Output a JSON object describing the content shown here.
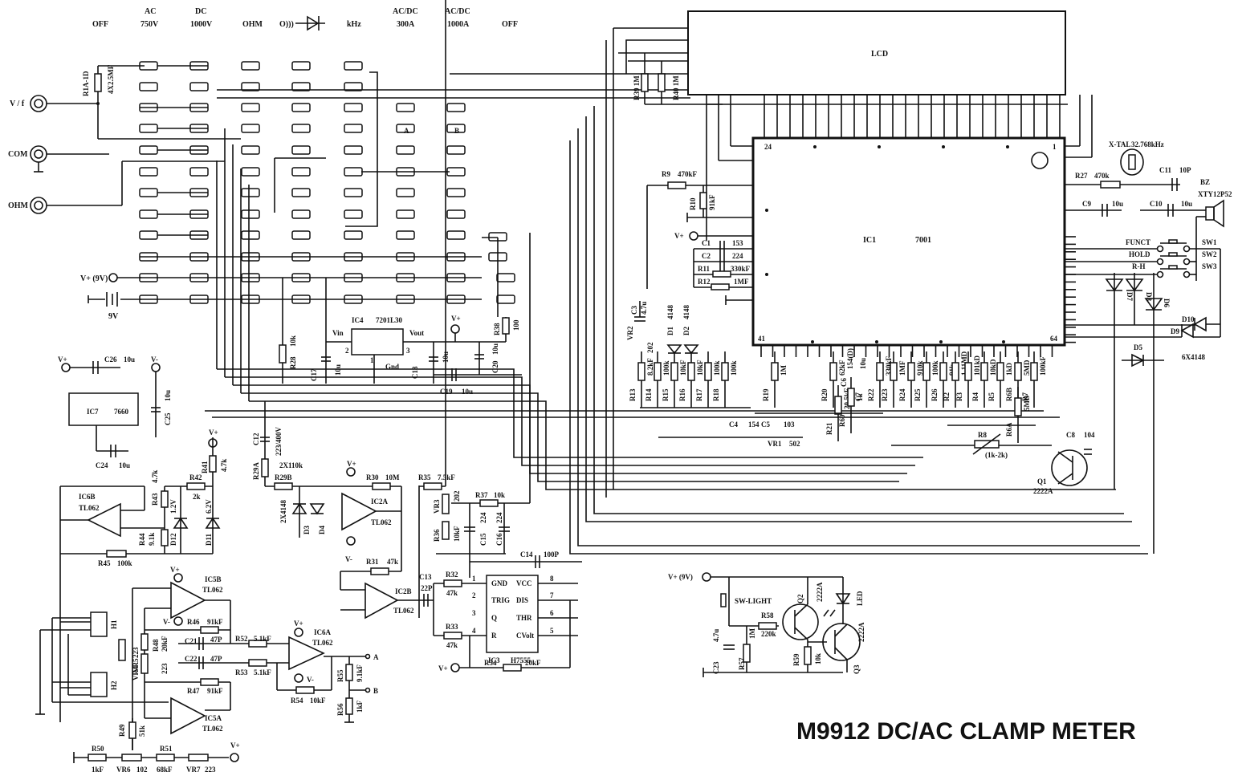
{
  "title": "M9912 DC/AC CLAMP METER",
  "range_switch": {
    "positions": [
      {
        "top": "",
        "bottom": "OFF"
      },
      {
        "top": "AC",
        "bottom": "750V"
      },
      {
        "top": "DC",
        "bottom": "1000V"
      },
      {
        "top": "",
        "bottom": "OHM"
      },
      {
        "top": "",
        "bottom": "O)))"
      },
      {
        "top": "",
        "bottom": "kHz"
      },
      {
        "top": "AC/DC",
        "bottom": "300A"
      },
      {
        "top": "AC/DC",
        "bottom": "1000A"
      },
      {
        "top": "",
        "bottom": "OFF"
      }
    ],
    "contact_marks": [
      "A",
      "B"
    ]
  },
  "terminals": [
    {
      "id": "vf",
      "label": "V / f"
    },
    {
      "id": "com",
      "label": "COM"
    },
    {
      "id": "ohm",
      "label": "OHM"
    }
  ],
  "power": {
    "supply": "V+ (9V)",
    "battery": "9V",
    "vplus": "V+",
    "vminus": "V-"
  },
  "input_resistor": {
    "ref": "R1A-1D",
    "value": "4X2.5MF"
  },
  "lcd": {
    "label": "LCD",
    "r39": "R39  1M",
    "r40": "R40  1M"
  },
  "ic1": {
    "ref": "IC1",
    "part": "7001",
    "pin24": "24",
    "pin1": "1",
    "pin41": "41",
    "pin64": "64"
  },
  "ic1_left": {
    "r9": "R9",
    "r9v": "470kF",
    "r10": "R10",
    "r10v": "91kF",
    "vplus": "V+",
    "c1": "C1",
    "c1v": "153",
    "c2": "C2",
    "c2v": "224",
    "r11": "R11",
    "r11v": "330kF",
    "r12": "R12",
    "r12v": "1MF"
  },
  "ic1_right": {
    "xtal": "X-TAL",
    "xtalv": "32.768kHz",
    "r27": "R27",
    "r27v": "470k",
    "c11": "C11",
    "c11v": "10P",
    "bz": "BZ",
    "bzv": "XTY12P52",
    "c9": "C9",
    "c9v": "10u",
    "c10": "C10",
    "c10v": "10u",
    "sw": [
      {
        "name": "FUNCT",
        "ref": "SW1"
      },
      {
        "name": "HOLD",
        "ref": "SW2"
      },
      {
        "name": "R-H",
        "ref": "SW3"
      }
    ],
    "diodes": [
      "D7",
      "D8",
      "D6",
      "D10",
      "D9",
      "D5"
    ],
    "diode_part": "6X4148"
  },
  "ic1_bottom": {
    "c3": "C3",
    "c3v": "4.7u",
    "vr2": "VR2",
    "vr2v": "202",
    "d1": "D1",
    "d2": "D2",
    "d_part": "4148",
    "res": [
      {
        "ref": "R13",
        "v": "8.2kF"
      },
      {
        "ref": "R14",
        "v": "100k"
      },
      {
        "ref": "R15",
        "v": "10kF"
      },
      {
        "ref": "R16",
        "v": "10kF"
      },
      {
        "ref": "R17",
        "v": "100k"
      },
      {
        "ref": "R18",
        "v": "100k"
      },
      {
        "ref": "R19",
        "v": "1M"
      },
      {
        "ref": "R20",
        "v": "62kF"
      },
      {
        "ref": "R21",
        "v": "20.5kF"
      },
      {
        "ref": "R60",
        "v": "1k"
      },
      {
        "ref": "R22",
        "v": "330kF"
      },
      {
        "ref": "R23",
        "v": "1MF"
      },
      {
        "ref": "R24",
        "v": "910k"
      },
      {
        "ref": "R25",
        "v": "100k"
      },
      {
        "ref": "R26",
        "v": "91k"
      },
      {
        "ref": "R2",
        "v": "1.11MD"
      },
      {
        "ref": "R3",
        "v": "101kD"
      },
      {
        "ref": "R4",
        "v": "10kD"
      },
      {
        "ref": "R5",
        "v": "1kD"
      },
      {
        "ref": "R6B",
        "v": "5MD"
      },
      {
        "ref": "R6A",
        "v": "5MD"
      },
      {
        "ref": "R7",
        "v": "100kF"
      }
    ],
    "c4": "C4",
    "c4v": "154",
    "c5": "C5",
    "c5v": "103",
    "c6": "C6",
    "c6v": "154(D)",
    "c7": "C7",
    "c7v": "10u",
    "vr1": "VR1",
    "vr1v": "502",
    "r8": "R8",
    "r8v": "(1k-2k)",
    "c8": "C8",
    "c8v": "104",
    "q1": "Q1",
    "q1v": "2222A"
  },
  "regulator": {
    "ref": "IC4",
    "part": "7201L30",
    "vin": "Vin",
    "vout": "Vout",
    "gnd": "Gnd",
    "pin1": "1",
    "pin2": "2",
    "pin3": "3",
    "r28": "R28",
    "r28v": "10k",
    "c17": "C17",
    "c17v": "10u",
    "c18": "C18",
    "c18v": "10u",
    "c19": "C19",
    "c19v": "10u",
    "c20": "C20",
    "c20v": "10u",
    "r38": "R38",
    "r38v": "100",
    "vplus": "V+"
  },
  "ic7": {
    "ref": "IC7",
    "part": "7660",
    "c26": "C26",
    "c26v": "10u",
    "c25": "C25",
    "c25v": "10u",
    "c24": "C24",
    "c24v": "10u",
    "vplus": "V+",
    "vminus": "V-"
  },
  "ref_section": {
    "ic6b": "IC6B",
    "ic6b_part": "TL062",
    "r41": "R41",
    "r41v": "4.7k",
    "r42": "R42",
    "r42v": "2k",
    "r43": "R43",
    "r43v": "4.7k",
    "r44": "R44",
    "r44v": "9.1k",
    "r45": "R45",
    "r45v": "100k",
    "d12": "D12",
    "d12v": "1.2V",
    "d11": "D11",
    "d11v": "6.2V",
    "vplus": "V+"
  },
  "hall_amp": {
    "h1": "H1",
    "h2": "H2",
    "vr4": "VR4",
    "vr4v": "223",
    "vr5": "VR5",
    "vr5v": "223",
    "r48": "R48",
    "r48v": "20kF",
    "r46": "R46",
    "r46v": "91kF",
    "r47": "R47",
    "r47v": "91kF",
    "c21": "C21",
    "c21v": "47P",
    "c22": "C22",
    "c22v": "47P",
    "ic5b": "IC5B",
    "ic5a": "IC5A",
    "part": "TL062",
    "r49": "R49",
    "r49v": "51k",
    "r50": "R50",
    "r50v": "1kF",
    "vr6": "VR6",
    "vr6v": "102",
    "r51": "R51",
    "r51v": "68kF",
    "vr7": "VR7",
    "vr7v": "223",
    "vplus": "V+",
    "vminus": "V-"
  },
  "out_amp": {
    "ic6a": "IC6A",
    "part": "TL062",
    "r52": "R52",
    "r52v": "5.1kF",
    "r53": "R53",
    "r53v": "5.1kF",
    "r54": "R54",
    "r54v": "10kF",
    "r55": "R55",
    "r55v": "9.1kF",
    "r56": "R56",
    "r56v": "1kF",
    "out_a": "A",
    "out_b": "B",
    "vplus": "V+",
    "vminus": "V-"
  },
  "freq_section": {
    "c12": "C12",
    "c12v": "223/400V",
    "r29a": "R29A",
    "r29b": "R29B",
    "r29v": "2X110k",
    "d3": "D3",
    "d4": "D4",
    "d_part": "2X4148",
    "ic2a": "IC2A",
    "ic2b": "IC2B",
    "part": "TL062",
    "r30": "R30",
    "r30v": "10M",
    "r31": "R31",
    "r31v": "47k",
    "r35": "R35",
    "r35v": "7.5kF",
    "vr3": "VR3",
    "vr3v": "202",
    "r36": "R36",
    "r36v": "10kF",
    "r37": "R37",
    "r37v": "10k",
    "c15": "C15",
    "c15v": "224",
    "c16": "C16",
    "c16v": "224",
    "c14": "C14",
    "c14v": "100P",
    "c13": "C13",
    "c13v": "22P",
    "vplus": "V+",
    "vminus": "V-"
  },
  "timer": {
    "ref": "IC3",
    "part": "H7555",
    "left_pins": [
      "GND",
      "TRIG",
      "Q",
      "R"
    ],
    "right_pins": [
      "VCC",
      "DIS",
      "THR",
      "CVolt"
    ],
    "left_nums": [
      "1",
      "2",
      "3",
      "4"
    ],
    "right_nums": [
      "8",
      "7",
      "6",
      "5"
    ],
    "r32": "R32",
    "r32v": "47k",
    "r33": "R33",
    "r33v": "47k",
    "r34": "R34",
    "r34v": "20kF",
    "vplus": "V+"
  },
  "backlight": {
    "supply": "V+ (9V)",
    "sw": "SW-LIGHT",
    "c23": "C23",
    "c23v": "4.7u",
    "r57": "R57",
    "r57v": "1M",
    "r58": "R58",
    "r58v": "220k",
    "r59": "R59",
    "r59v": "10k",
    "q2": "Q2",
    "q2v": "2222A",
    "q3": "Q3",
    "q3v": "2222A",
    "led": "LED"
  }
}
